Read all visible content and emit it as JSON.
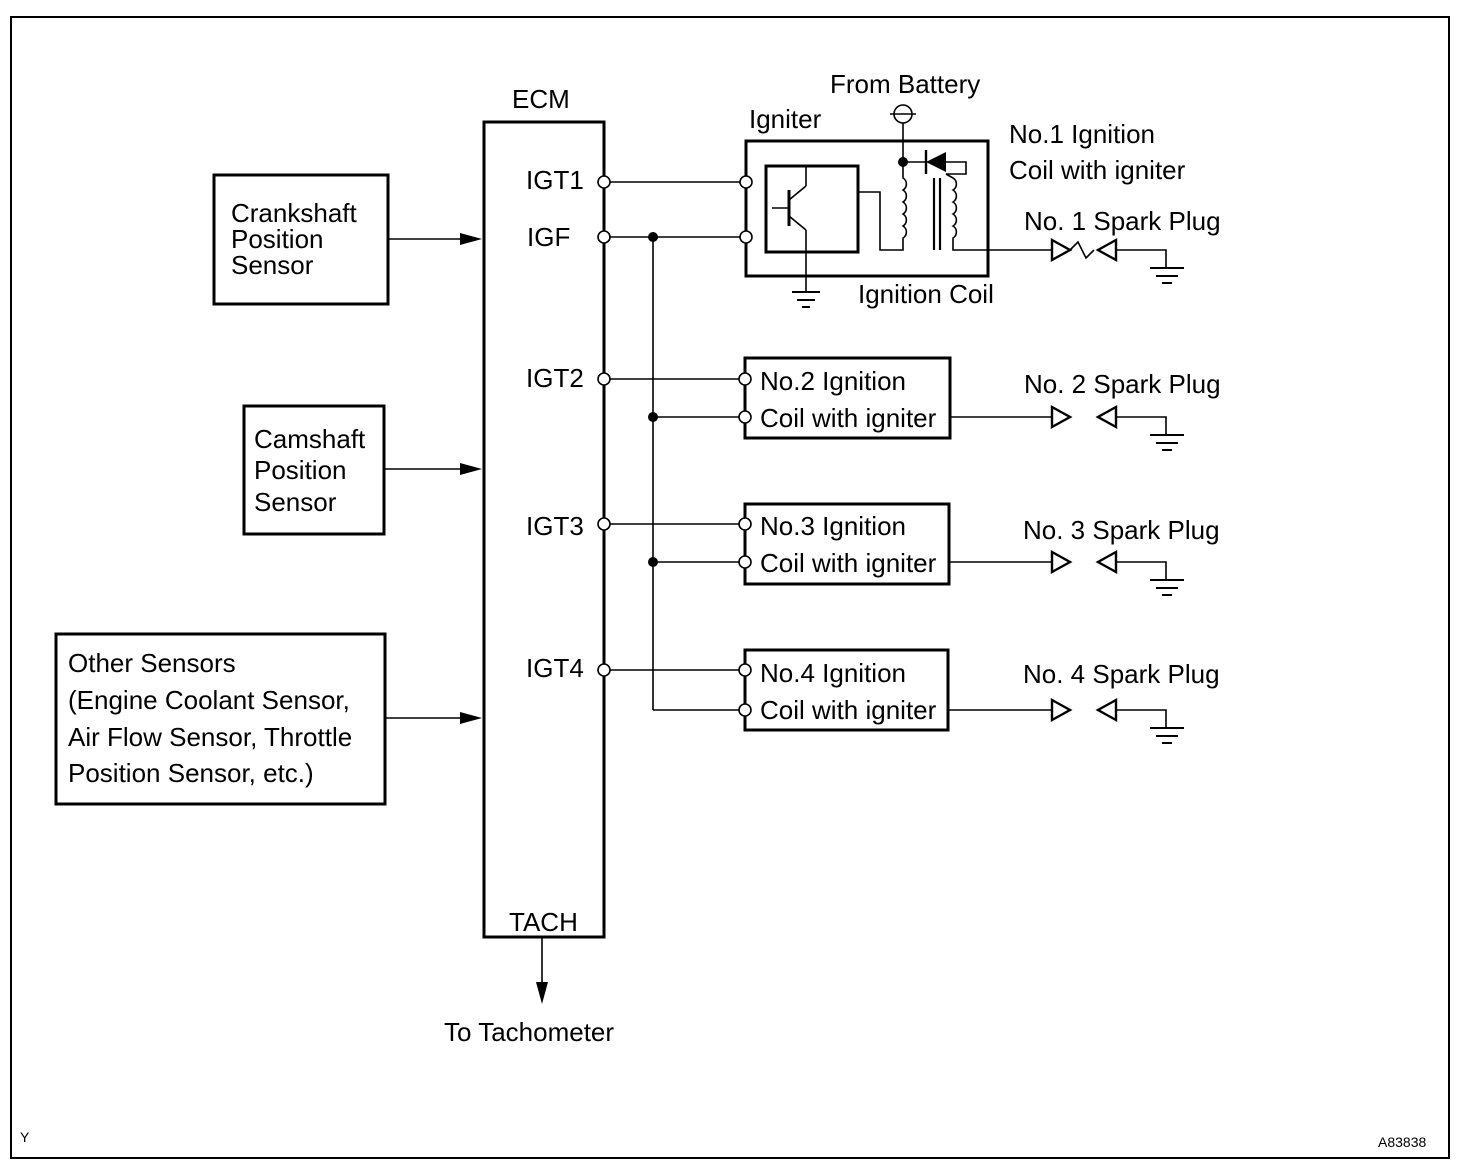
{
  "sensors": {
    "crankshaft": [
      "Crankshaft",
      "Position",
      "Sensor"
    ],
    "camshaft": [
      "Camshaft",
      "Position",
      "Sensor"
    ],
    "other": [
      "Other Sensors",
      "(Engine Coolant Sensor,",
      "Air Flow Sensor, Throttle",
      "Position Sensor, etc.)"
    ]
  },
  "ecm": {
    "title": "ECM",
    "pins": {
      "igt1": "IGT1",
      "igf": "IGF",
      "igt2": "IGT2",
      "igt3": "IGT3",
      "igt4": "IGT4",
      "tach": "TACH"
    }
  },
  "to_tachometer": "To Tachometer",
  "coil1": {
    "from_battery": "From Battery",
    "igniter": "Igniter",
    "title": [
      "No.1 Ignition",
      "Coil with igniter"
    ],
    "ignition_coil": "Ignition Coil",
    "spark_plug": "No. 1 Spark Plug"
  },
  "coils": [
    {
      "title": "No.2 Ignition",
      "sub": "Coil with igniter",
      "spark_plug": "No. 2 Spark Plug"
    },
    {
      "title": "No.3 Ignition",
      "sub": "Coil with igniter",
      "spark_plug": "No. 3 Spark Plug"
    },
    {
      "title": "No.4 Ignition",
      "sub": "Coil with igniter",
      "spark_plug": "No. 4 Spark Plug"
    }
  ],
  "corner_left": "Y",
  "corner_right": "A83838"
}
